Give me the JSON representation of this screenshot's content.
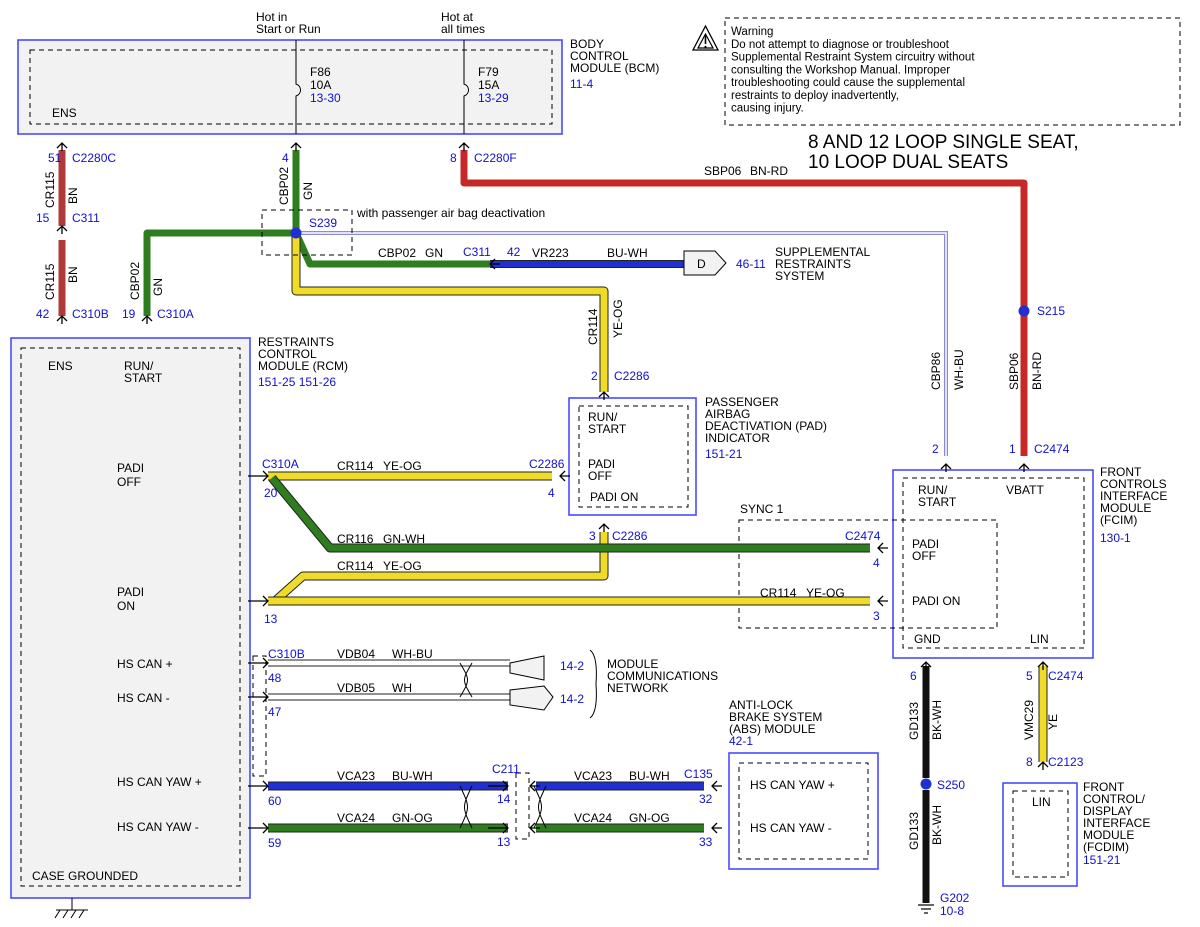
{
  "warning": {
    "title": "Warning",
    "lines": [
      "Do not attempt to diagnose or troubleshoot",
      "Supplemental Restraint System circuitry without",
      "consulting the Workshop Manual. Improper",
      "troubleshooting could cause the supplemental",
      "restraints to deploy inadvertently,",
      "causing injury."
    ]
  },
  "config_title": [
    "8 AND 12 LOOP SINGLE SEAT,",
    "10 LOOP DUAL SEATS"
  ],
  "power": {
    "hot_run": [
      "Hot in",
      "Start or Run"
    ],
    "hot_all": [
      "Hot at",
      "all times"
    ]
  },
  "bcm": {
    "name": [
      "BODY",
      "CONTROL",
      "MODULE (BCM)"
    ],
    "ref": "11-4",
    "pin_ens": "ENS",
    "fuse1": {
      "id": "F86",
      "amps": "10A",
      "ref": "13-30"
    },
    "fuse2": {
      "id": "F79",
      "amps": "15A",
      "ref": "13-29"
    }
  },
  "rcm": {
    "name": [
      "RESTRAINTS",
      "CONTROL",
      "MODULE (RCM)"
    ],
    "ref": "151-25 151-26",
    "pins": {
      "ens": "ENS",
      "run": [
        "RUN/",
        "START"
      ],
      "padi_off": [
        "PADI",
        "OFF"
      ],
      "padi_on": [
        "PADI",
        "ON"
      ],
      "can_plus": "HS CAN +",
      "can_minus": "HS CAN -",
      "yaw_plus": "HS CAN YAW +",
      "yaw_minus": "HS CAN YAW -",
      "case": "CASE GROUNDED"
    }
  },
  "pad": {
    "name": [
      "PASSENGER",
      "AIRBAG",
      "DEACTIVATION (PAD)",
      "INDICATOR"
    ],
    "ref": "151-21",
    "pins": {
      "run": [
        "RUN/",
        "START"
      ],
      "off": [
        "PADI",
        "OFF"
      ],
      "on": "PADI ON"
    }
  },
  "fcim": {
    "name": [
      "FRONT",
      "CONTROLS",
      "INTERFACE",
      "MODULE",
      "(FCIM)"
    ],
    "ref": "130-1",
    "sync": "SYNC 1",
    "pins": {
      "run": [
        "RUN/",
        "START"
      ],
      "vbatt": "VBATT",
      "off": [
        "PADI",
        "OFF"
      ],
      "on": "PADI ON",
      "gnd": "GND",
      "lin": "LIN"
    }
  },
  "abs": {
    "name": [
      "ANTI-LOCK",
      "BRAKE SYSTEM",
      "(ABS) MODULE"
    ],
    "ref": "42-1",
    "pins": {
      "plus": "HS CAN YAW +",
      "minus": "HS CAN YAW -"
    }
  },
  "fcdim": {
    "name": [
      "FRONT",
      "CONTROL/",
      "DISPLAY",
      "INTERFACE",
      "MODULE",
      "(FCDIM)"
    ],
    "ref": "151-21",
    "pin": "LIN"
  },
  "srs": {
    "name": [
      "SUPPLEMENTAL",
      "RESTRAINTS",
      "SYSTEM"
    ],
    "ref": "46-11",
    "flag": "D"
  },
  "mcn": {
    "name": [
      "MODULE",
      "COMMUNICATIONS",
      "NETWORK"
    ],
    "ref1": "14-2",
    "ref2": "14-2"
  },
  "splices": {
    "s239": "S239",
    "s239_note": "with passenger air bag deactivation",
    "s215": "S215",
    "s250": "S250"
  },
  "ground": {
    "id": "G202",
    "ref": "10-8"
  },
  "connectors": {
    "c2280c": "C2280C",
    "c2280c_pin": "51",
    "c311": "C311",
    "c311_pin": "15",
    "c310b": "C310B",
    "c310b_pin": "42",
    "c310a": "C310A",
    "c310a_pin": "19",
    "bcm_pin4": "4",
    "bcm_pin8": "8",
    "c2280f": "C2280F",
    "c311_b": "C311",
    "c311_b_pin": "42",
    "c2286_top": "C2286",
    "c2286_top_pin": "2",
    "c2474_top_a": "2",
    "c2474_top_b": "1",
    "c2474_top": "C2474",
    "c310a_padi": "C310A",
    "c310a_padi_pin": "20",
    "c2286_mid": "C2286",
    "c2286_mid_pin": "4",
    "c2286_bot": "C2286",
    "c2286_bot_pin": "3",
    "c2474_off": "C2474",
    "c2474_off_pin": "4",
    "padi_on_pin": "13",
    "c2474_on_pin": "3",
    "c310b_can": "C310B",
    "can_plus_pin": "48",
    "can_minus_pin": "47",
    "yaw_plus_pin": "60",
    "yaw_minus_pin": "59",
    "c211": "C211",
    "c211_plus_pin": "14",
    "c211_minus_pin": "13",
    "c135": "C135",
    "c135_plus_pin": "32",
    "c135_minus_pin": "33",
    "gnd_pin": "6",
    "c2474_lin": "C2474",
    "c2474_lin_pin": "5",
    "c2123": "C2123",
    "c2123_pin": "8"
  },
  "wires": {
    "cr115": "CR115",
    "bn": "BN",
    "cbp02": "CBP02",
    "gn": "GN",
    "sbp06": "SBP06",
    "bn_rd": "BN-RD",
    "vr223": "VR223",
    "bu_wh": "BU-WH",
    "cr114": "CR114",
    "ye_og": "YE-OG",
    "cbp86": "CBP86",
    "wh_bu": "WH-BU",
    "cr116": "CR116",
    "gn_wh": "GN-WH",
    "vdb04": "VDB04",
    "vdb05": "VDB05",
    "wh": "WH",
    "vca23": "VCA23",
    "vca24": "VCA24",
    "gn_og": "GN-OG",
    "gd133": "GD133",
    "bk_wh": "BK-WH",
    "vmc29": "VMC29",
    "ye": "YE"
  },
  "colors": {
    "brown": "#b03a3a",
    "red": "#c62828",
    "green": "#2e7d1e",
    "yellow": "#f0dc28",
    "blue": "#1f2fd0",
    "white_wire": "#ffffff",
    "black": "#111111",
    "label_blue": "#1010d0"
  }
}
